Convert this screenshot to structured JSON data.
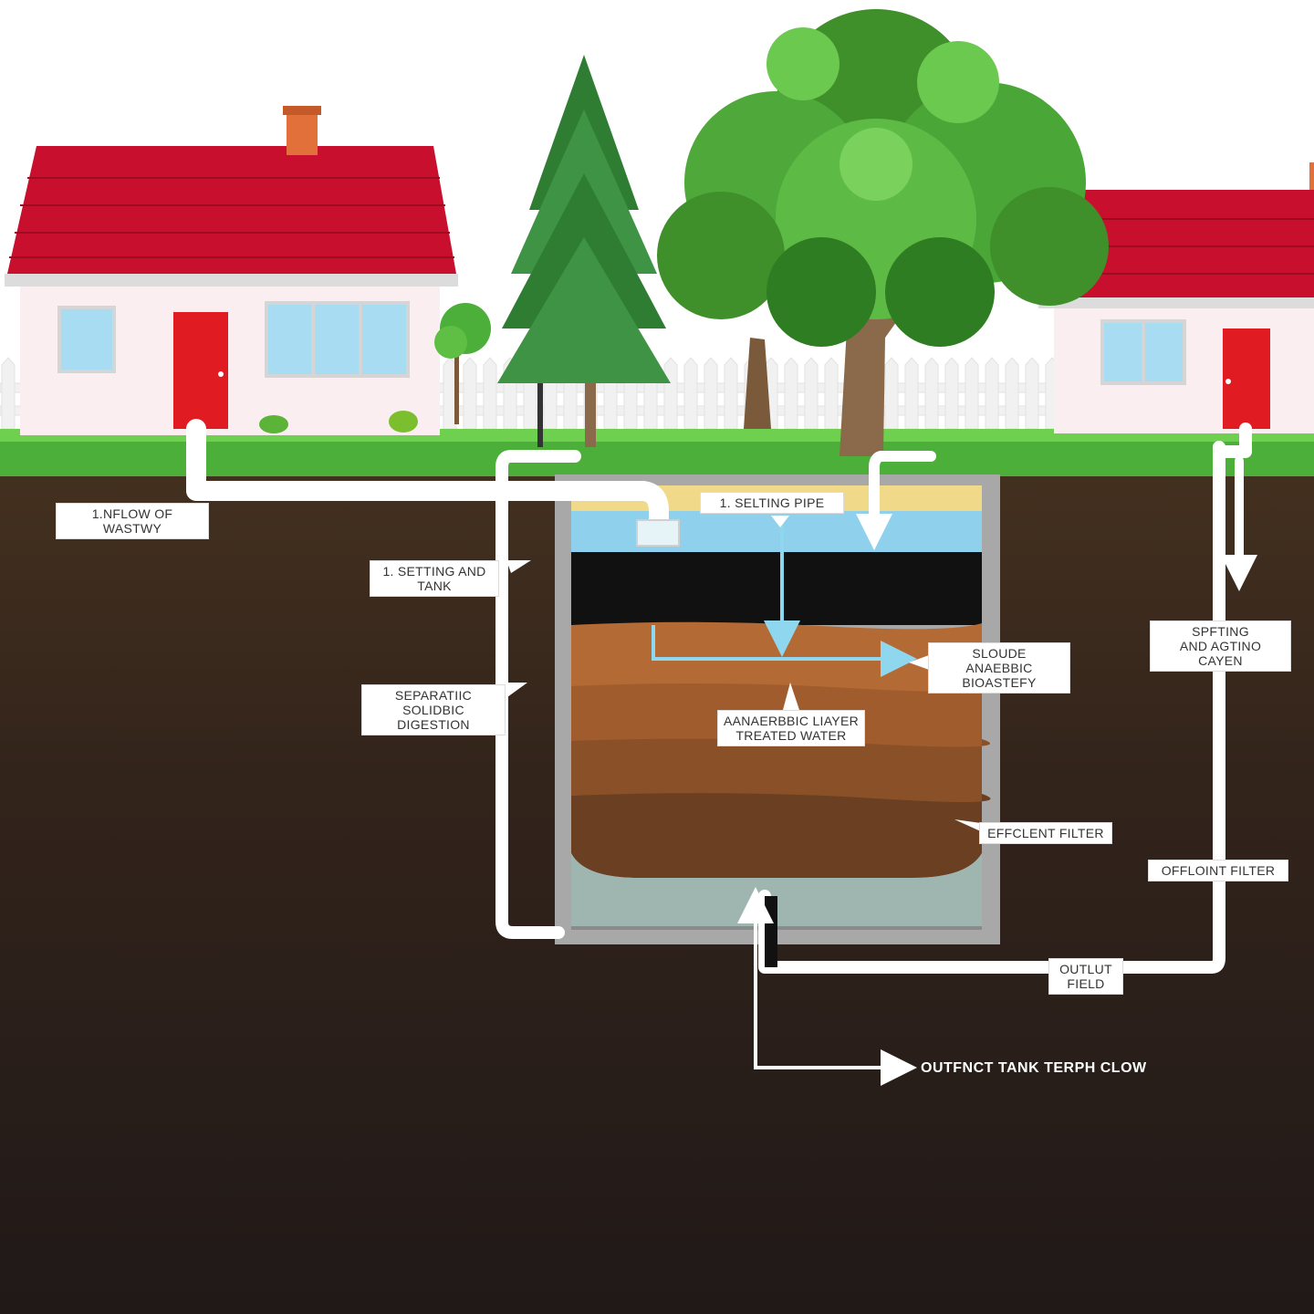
{
  "colors": {
    "sky": "#ffffff",
    "grass": "#4caf3a",
    "soil_top": "#3a2a1e",
    "soil_bottom": "#211a18",
    "roof": "#c8102e",
    "door": "#e01b22",
    "wall": "#fbeef0",
    "pipe": "#ffffff",
    "arrow_water": "#7fd0ec",
    "tank_scum": "#f1d98a",
    "tank_water": "#8fd0ec",
    "tank_black": "#111111",
    "sludge_1": "#b36a35",
    "sludge_2": "#8a5128",
    "sludge_3": "#6b3f22",
    "tank_bottom_water": "#9fb5b0"
  },
  "scene": {
    "houses": [
      "house-left",
      "house-right"
    ],
    "trees": [
      "pine-tree",
      "oak-tree",
      "small-tree"
    ],
    "icons": [
      "street-lamp-icon",
      "fence-icon",
      "chimney-icon"
    ]
  },
  "labels": {
    "inflow": "1.NFLOW OF WASTWY",
    "settling_and_tank_line1": "1. SETTING AND",
    "settling_and_tank_line2": "TANK",
    "separation_line1": "SEPARATIIC",
    "separation_line2": "SOLIDBIC DIGESTION",
    "settling_pipe": "1. SELTING PIPE",
    "sloude_line1": "SLOUDE",
    "sloude_line2": "ANAEBBIC BIOASTEFY",
    "anaerobic_line1": "AANAERBBIC LIAYER",
    "anaerobic_line2": "TREATED WATER",
    "effluent_filter": "EFFCLENT FILTER",
    "spfting_line1": "SPFTING",
    "spfting_line2": "AND AGTINO CAYEN",
    "offluint_filter": "OFFLOINT FILTER",
    "outlut_line1": "OUTLUT",
    "outlut_line2": "FIELD",
    "outflow": "OUTFNCT TANK TERPH CLOW"
  }
}
